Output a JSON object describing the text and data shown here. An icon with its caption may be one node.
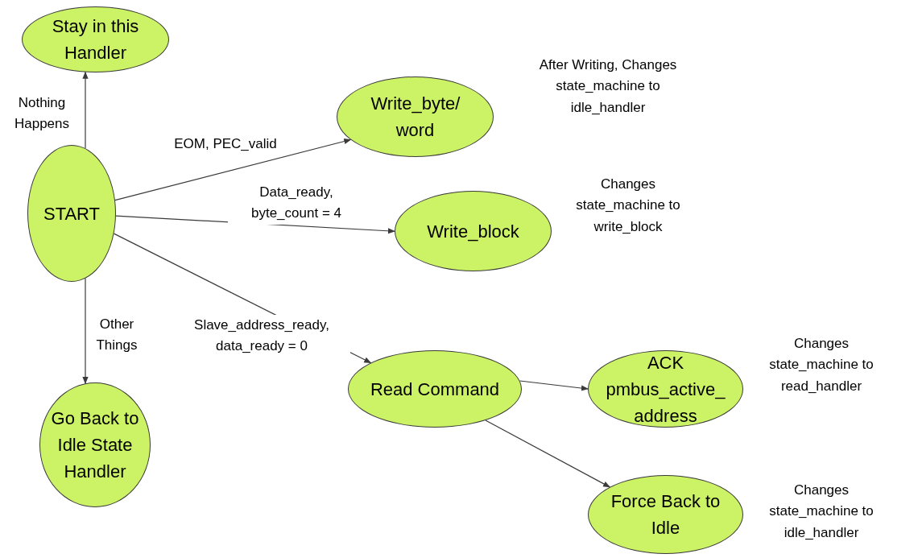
{
  "diagram": {
    "nodes": [
      {
        "text": [
          "START"
        ]
      },
      {
        "text": [
          "Stay in this Handler"
        ]
      },
      {
        "text": [
          "Write_byte/ word"
        ],
        "beside": [
          "After Writing, Changes state_machine to idle_handler"
        ]
      },
      {
        "text": [
          "Write_block"
        ],
        "beside": [
          "Changes state_machine to write_block"
        ]
      },
      {
        "text": [
          "Go Back to Idle State Handler"
        ]
      },
      {
        "text": [
          "Read Command"
        ]
      },
      {
        "text": [
          "ACK pmbus_active_ address"
        ],
        "beside": [
          "Changes state_machine to read_handler"
        ]
      },
      {
        "text": [
          "Force Back to Idle"
        ],
        "beside": [
          "Changes state_machine to idle_handler"
        ]
      }
    ],
    "edges": [
      {
        "from": 0,
        "to": 1,
        "arrow": "to",
        "label": "Nothing Happens"
      },
      {
        "from": 0,
        "to": 2,
        "arrow": "to",
        "label": "EOM, PEC_valid"
      },
      {
        "from": 0,
        "to": 3,
        "arrow": "to",
        "label": "Data_ready, byte_count = 4"
      },
      {
        "from": 0,
        "to": 5,
        "arrow": "to",
        "label": "Slave_address_ready, data_ready = 0"
      },
      {
        "from": 0,
        "to": 4,
        "arrow": "to",
        "label": "Other Things"
      },
      {
        "from": 5,
        "to": 6,
        "arrow": "to"
      },
      {
        "from": 5,
        "to": 7,
        "arrow": "to"
      }
    ]
  }
}
